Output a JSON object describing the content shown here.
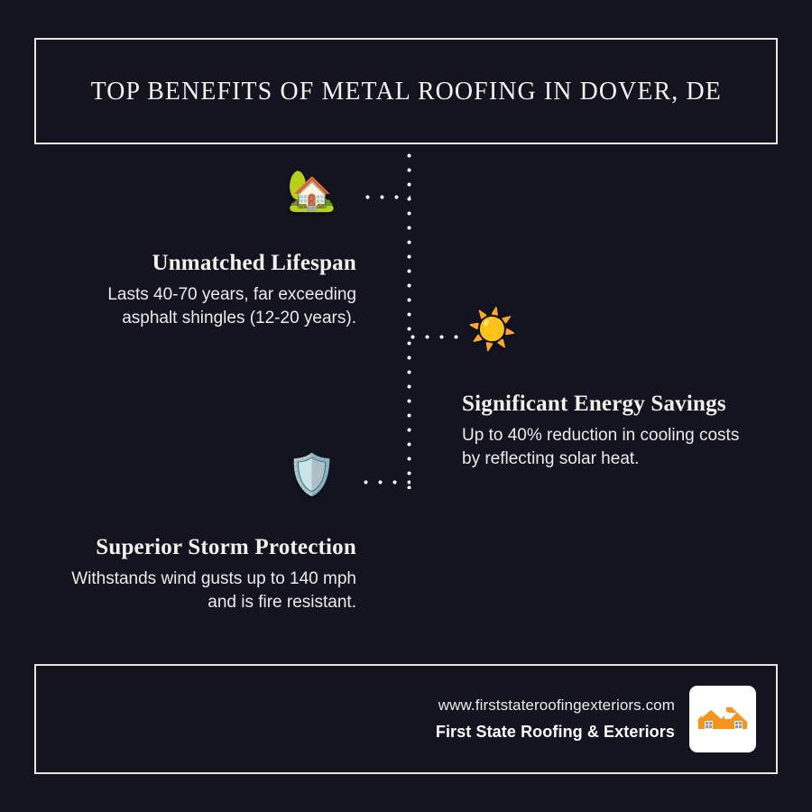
{
  "header": {
    "title": "TOP BENEFITS OF METAL ROOFING IN DOVER, DE"
  },
  "benefits": [
    {
      "icon": "🏡",
      "icon_name": "house-with-garden-icon",
      "heading": "Unmatched Lifespan",
      "body": "Lasts 40-70 years, far exceeding asphalt shingles (12-20 years)."
    },
    {
      "icon": "☀️",
      "icon_name": "sun-icon",
      "heading": "Significant Energy Savings",
      "body": "Up to 40% reduction in cooling costs by reflecting solar heat."
    },
    {
      "icon": "🛡️",
      "icon_name": "shield-icon",
      "heading": "Superior Storm Protection",
      "body": "Withstands wind gusts up to 140 mph and is fire resistant."
    }
  ],
  "footer": {
    "url": "www.firststateroofingexteriors.com",
    "brand": "First State Roofing & Exteriors",
    "logo_name": "rooftops-logo"
  },
  "colors": {
    "background": "#141421",
    "frame_border": "#e9e6e2",
    "heading_text": "#f5f1ed",
    "body_text": "#eceaea",
    "logo_orange": "#f7941e",
    "logo_background": "#ffffff",
    "dot": "#ffffff"
  }
}
